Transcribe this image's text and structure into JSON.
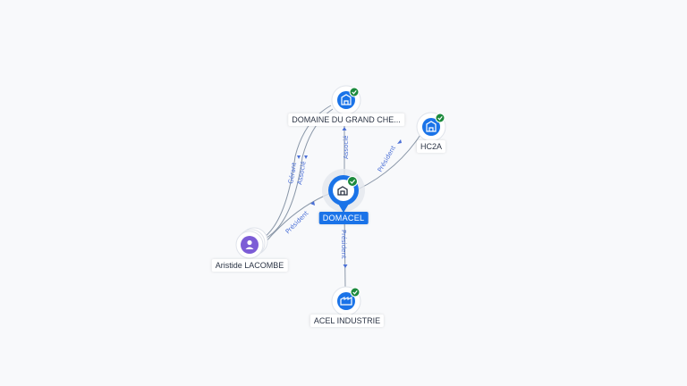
{
  "colors": {
    "company": "#1a73e8",
    "person": "#7c5cd6",
    "verified": "#1b8a3c",
    "edge": "#8a97a8",
    "edge_label": "#4a6fd6"
  },
  "nodes": {
    "domaine": {
      "label": "DOMAINE DU GRAND CHE...",
      "icon": "company-icon"
    },
    "hc2a": {
      "label": "HC2A",
      "icon": "company-icon"
    },
    "domacel": {
      "label": "DOMACEL",
      "icon": "company-icon"
    },
    "aristide": {
      "label": "Aristide LACOMBE",
      "icon": "person-icon"
    },
    "acel": {
      "label": "ACEL INDUSTRIE",
      "icon": "company-icon"
    }
  },
  "edges": {
    "domacel_domaine": "Associé",
    "domacel_hc2a": "Président",
    "aristide_domaine_1": "Gérant",
    "aristide_domaine_2": "Associé",
    "aristide_domacel": "Président",
    "domacel_acel": "Président"
  }
}
